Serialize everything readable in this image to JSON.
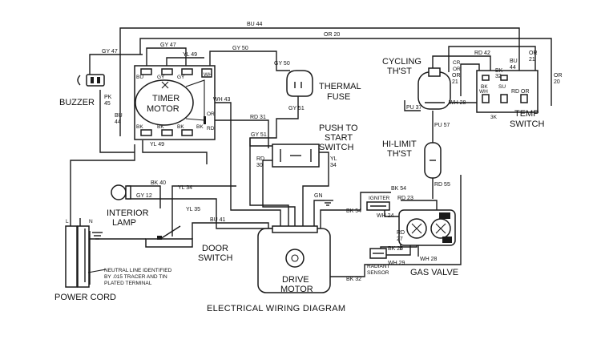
{
  "title": "ELECTRICAL WIRING DIAGRAM",
  "components": {
    "buzzer": "BUZZER",
    "timer_motor": [
      "TIMER",
      "MOTOR"
    ],
    "thermal_fuse": [
      "THERMAL",
      "FUSE"
    ],
    "cycling_thermostat": [
      "CYCLING",
      "TH'ST"
    ],
    "temp_switch": [
      "TEMP",
      "SWITCH"
    ],
    "push_to_start": [
      "PUSH TO",
      "START",
      "SWITCH"
    ],
    "hi_limit": [
      "HI-LIMIT",
      "TH'ST"
    ],
    "interior_lamp": [
      "INTERIOR",
      "LAMP"
    ],
    "door_switch": [
      "DOOR",
      "SWITCH"
    ],
    "drive_motor": [
      "DRIVE",
      "MOTOR"
    ],
    "gas_valve": "GAS VALVE",
    "igniter": "IGNITER",
    "radiant_sensor": [
      "RADIANT",
      "SENSOR"
    ],
    "power_cord": "POWER CORD"
  },
  "notes": {
    "neutral": [
      "NEUTRAL LINE IDENTIFIED",
      "BY .015 TRACER AND TIN",
      "PLATED TERMINAL"
    ],
    "cord_terminals": [
      "L",
      "N"
    ]
  },
  "wire_labels": {
    "bu44_top": "BU 44",
    "or20_top": "OR 20",
    "gy47_left": "GY 47",
    "gy47_top": "GY 47",
    "yl49_top": "YL 49",
    "gy50_top": "GY 50",
    "gy50_fuse": "GY 50",
    "gy51_fuse": "GY 51",
    "gy51_push": "GY 51",
    "pk45": [
      "PK",
      "45"
    ],
    "bu44_left": [
      "BU",
      "44"
    ],
    "wh43": "WH 43",
    "rd31": "RD 31",
    "yl49_bottom": "YL 49",
    "rd42": "RD 42",
    "or21": [
      "OR",
      "21"
    ],
    "bu44_right": [
      "BU",
      "44"
    ],
    "or21_far": [
      "OR",
      "21"
    ],
    "or20_right": [
      "OR",
      "20"
    ],
    "pu37": "PU 37",
    "wh28_top": "WH 28",
    "bk32_top": [
      "BK",
      "32"
    ],
    "rd_or": "RD OR",
    "pu57": "PU 57",
    "rd55": "RD 55",
    "rd30": [
      "RD",
      "30"
    ],
    "yl34_push": [
      "YL",
      "34"
    ],
    "bk40": "BK 40",
    "yl34_lamp": "YL 34",
    "gy12": "GY 12",
    "yl35": "YL 35",
    "bu41": "BU 41",
    "gn": "GN",
    "bk54_top": "BK 54",
    "rd23": "RD 23",
    "wh24": "WH 24",
    "bk54_left": "BK 54",
    "bk25": "BK 25",
    "wh28_valve": "WH 28",
    "wh29": "WH 29",
    "rd27": [
      "RD",
      "27"
    ],
    "bk32_bottom": "BK 32"
  },
  "terminal_labels": {
    "timer_top": [
      "BU",
      "GY",
      "GY",
      "WH"
    ],
    "timer_bottom": [
      "BK",
      "BK",
      "BK",
      "BK"
    ],
    "timer_side": [
      "OR",
      "RD"
    ],
    "temp_switch": [
      "BK",
      "SU",
      "WH",
      "3K"
    ],
    "cycling": [
      "CR",
      "OR"
    ]
  },
  "colors": {
    "line": "#1a1a1a",
    "background": "#ffffff"
  }
}
